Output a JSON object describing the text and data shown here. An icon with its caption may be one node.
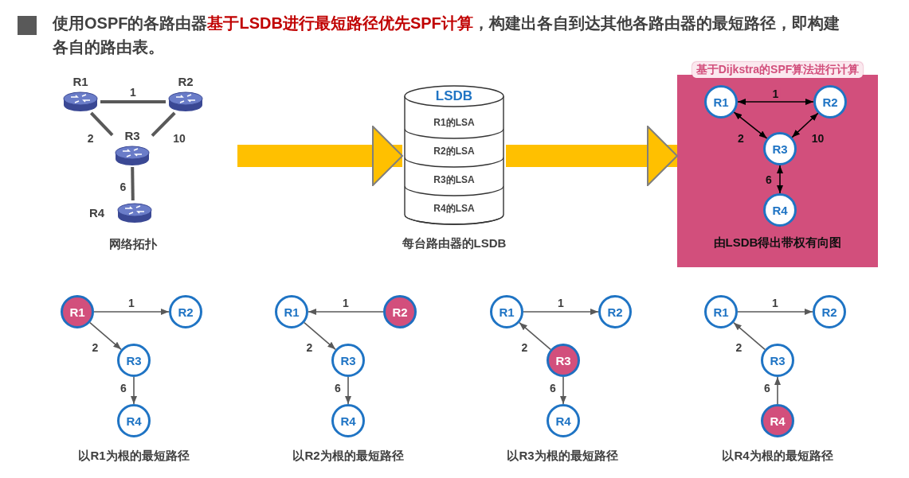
{
  "diagram": {
    "title": "使用OSPF的各路由器**基于LSDB进行最短路径优先SPF计算**，构建出各自到达其他各路由器的最短路径，即构建各自的路由表。",
    "nodes": [
      {
        "text": [
          "R1"
        ]
      },
      {
        "text": [
          "R2"
        ]
      },
      {
        "text": [
          "R3"
        ]
      },
      {
        "text": [
          "R4"
        ]
      },
      {
        "text": [
          "LSDB"
        ],
        "beside": [
          "每台路由器的LSDB"
        ]
      },
      {
        "text": [
          "R1的LSA"
        ],
        "in": 4
      },
      {
        "text": [
          "R2的LSA"
        ],
        "in": 4
      },
      {
        "text": [
          "R3的LSA"
        ],
        "in": 4
      },
      {
        "text": [
          "R4的LSA"
        ],
        "in": 4
      },
      {
        "text": [
          "基于Dijkstra的SPF算法进行计算",
          "由LSDB得出带权有向图"
        ]
      },
      {
        "text": [
          "R1"
        ],
        "in": 9
      },
      {
        "text": [
          "R2"
        ],
        "in": 9
      },
      {
        "text": [
          "R3"
        ],
        "in": 9
      },
      {
        "text": [
          "R4"
        ],
        "in": 9
      },
      {
        "text": [
          "R1"
        ]
      },
      {
        "text": [
          "R2"
        ]
      },
      {
        "text": [
          "R3"
        ]
      },
      {
        "text": [
          "R4"
        ]
      },
      {
        "text": [
          "R1"
        ]
      },
      {
        "text": [
          "R2"
        ]
      },
      {
        "text": [
          "R3"
        ]
      },
      {
        "text": [
          "R4"
        ]
      },
      {
        "text": [
          "R1"
        ]
      },
      {
        "text": [
          "R2"
        ]
      },
      {
        "text": [
          "R3"
        ]
      },
      {
        "text": [
          "R4"
        ]
      },
      {
        "text": [
          "R1"
        ]
      },
      {
        "text": [
          "R2"
        ]
      },
      {
        "text": [
          "R3"
        ]
      },
      {
        "text": [
          "R4"
        ]
      }
    ],
    "edges": [
      {
        "from": 0,
        "to": 1,
        "arrow": "none",
        "label": "1",
        "style": "thick"
      },
      {
        "from": 0,
        "to": 2,
        "arrow": "none",
        "label": "2",
        "style": "thick"
      },
      {
        "from": 1,
        "to": 2,
        "arrow": "none",
        "label": "10",
        "style": "thick"
      },
      {
        "from": 2,
        "to": 3,
        "arrow": "none",
        "label": "6",
        "style": "thick"
      },
      {
        "from": null,
        "to": 4,
        "arrow": "to",
        "style": "thick",
        "color": "#ffc000"
      },
      {
        "from": 4,
        "to": 9,
        "arrow": "to",
        "style": "thick",
        "color": "#ffc000"
      },
      {
        "from": 10,
        "to": 11,
        "arrow": "both",
        "label": "1",
        "color": "#000000"
      },
      {
        "from": 10,
        "to": 12,
        "arrow": "both",
        "label": "2",
        "color": "#000000"
      },
      {
        "from": 11,
        "to": 12,
        "arrow": "both",
        "label": "10",
        "color": "#000000"
      },
      {
        "from": 12,
        "to": 13,
        "arrow": "both",
        "label": "6",
        "color": "#000000"
      },
      {
        "from": 14,
        "to": 15,
        "arrow": "to",
        "label": "1"
      },
      {
        "from": 14,
        "to": 16,
        "arrow": "to",
        "label": "2"
      },
      {
        "from": 16,
        "to": 17,
        "arrow": "to",
        "label": "6"
      },
      {
        "from": 19,
        "to": 18,
        "arrow": "to",
        "label": "1"
      },
      {
        "from": 18,
        "to": 20,
        "arrow": "to",
        "label": "2"
      },
      {
        "from": 20,
        "to": 21,
        "arrow": "to",
        "label": "6"
      },
      {
        "from": 22,
        "to": 23,
        "arrow": "to",
        "label": "1"
      },
      {
        "from": 24,
        "to": 22,
        "arrow": "to",
        "label": "2"
      },
      {
        "from": 24,
        "to": 25,
        "arrow": "to",
        "label": "6"
      },
      {
        "from": 26,
        "to": 27,
        "arrow": "to",
        "label": "1"
      },
      {
        "from": 28,
        "to": 26,
        "arrow": "to",
        "label": "2"
      },
      {
        "from": 29,
        "to": 28,
        "arrow": "to",
        "label": "6"
      }
    ],
    "labels": [
      "网络拓扑",
      "以R1为根的最短路径",
      "以R2为根的最短路径",
      "以R3为根的最短路径",
      "以R4为根的最短路径"
    ]
  }
}
